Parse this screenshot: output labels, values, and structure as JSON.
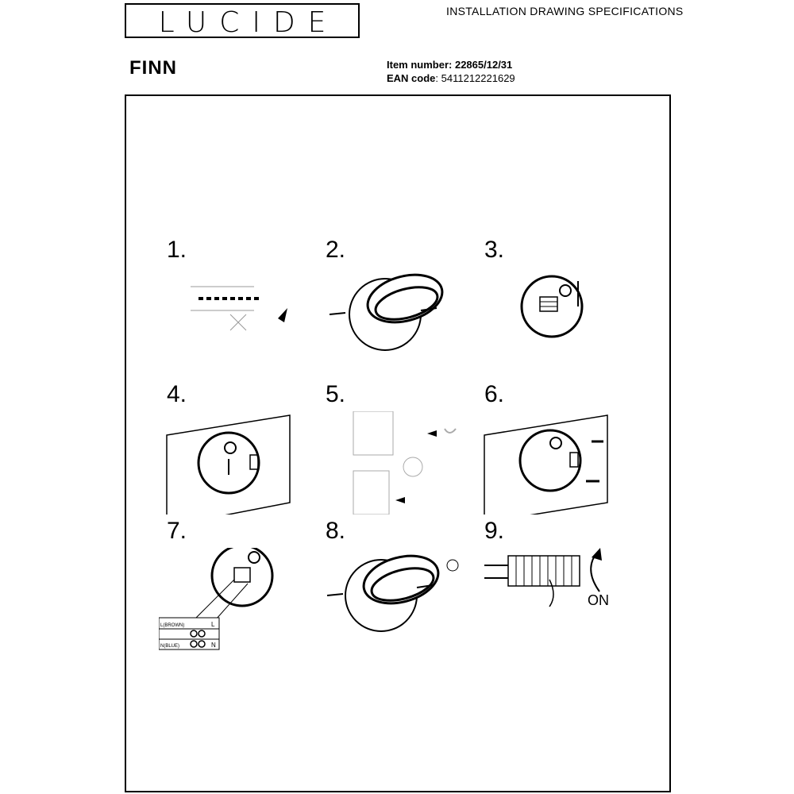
{
  "header": {
    "brand": "LUCIDE",
    "document_title": "INSTALLATION DRAWING SPECIFICATIONS",
    "product_name": "FINN",
    "item_number_label": "Item number:",
    "item_number": "22865/12/31",
    "ean_label": "EAN code",
    "ean": ": 5411212221629"
  },
  "steps": [
    {
      "number": "1.",
      "icon": "unpack-icon"
    },
    {
      "number": "2.",
      "icon": "lamp-unscrew-icon"
    },
    {
      "number": "3.",
      "icon": "mounting-plate-icon"
    },
    {
      "number": "4.",
      "icon": "mark-wall-icon"
    },
    {
      "number": "5.",
      "icon": "drill-icon"
    },
    {
      "number": "6.",
      "icon": "screw-plate-icon"
    },
    {
      "number": "7.",
      "icon": "wiring-icon"
    },
    {
      "number": "8.",
      "icon": "lamp-mount-icon"
    },
    {
      "number": "9.",
      "icon": "breaker-on-icon"
    }
  ],
  "wiring": {
    "brown_label": "L(BROWN)",
    "blue_label": "N(BLUE)",
    "l_terminal": "L",
    "n_terminal": "N"
  },
  "power_label": "ON"
}
